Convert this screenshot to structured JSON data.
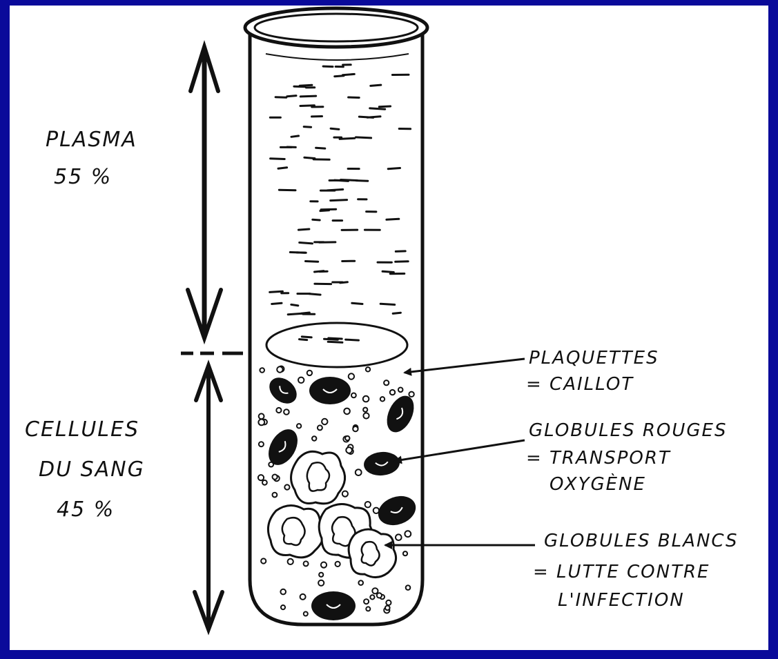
{
  "left_labels": {
    "plasma_name": "PLASMA",
    "plasma_percent": "55 %",
    "cells_line1": "CELLULES",
    "cells_line2": "DU SANG",
    "cells_percent": "45 %"
  },
  "right_labels": {
    "platelets": {
      "title": "PLAQUETTES",
      "role": "= CAILLOT"
    },
    "red_cells": {
      "title": "GLOBULES ROUGES",
      "role_line1": "= TRANSPORT",
      "role_line2": "OXYGÈNE"
    },
    "white_cells": {
      "title": "GLOBULES BLANCS",
      "role_line1": "= LUTTE CONTRE",
      "role_line2": "L'INFECTION"
    }
  },
  "colors": {
    "border": "#0a0a9a",
    "background": "#ffffff",
    "ink": "#111111"
  }
}
